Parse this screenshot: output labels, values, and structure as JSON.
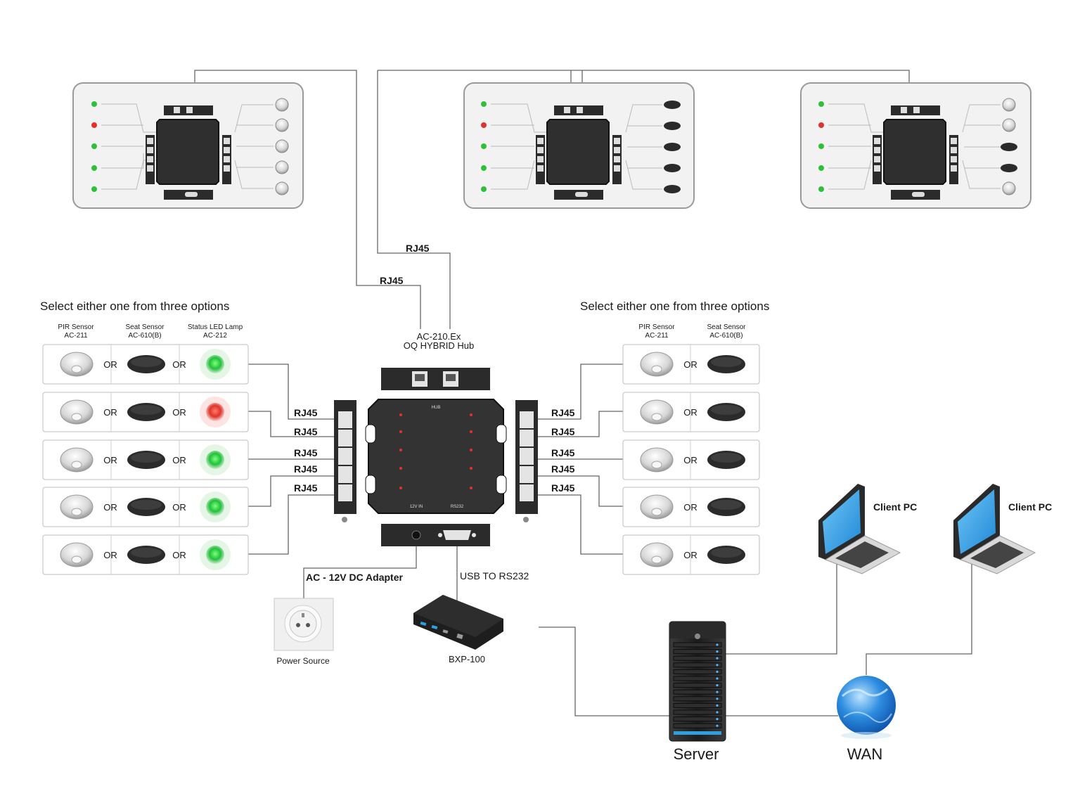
{
  "hub": {
    "name_line1": "AC-210.Ex",
    "name_line2": "OQ HYBRID Hub",
    "face_hub": "HUB",
    "face_12v": "12V IN",
    "face_rs232": "RS232"
  },
  "top_links": [
    "RJ45",
    "RJ45"
  ],
  "left_panel": {
    "heading": "Select either one from three options",
    "col_headers": [
      {
        "line1": "PIR Sensor",
        "line2": "AC-211"
      },
      {
        "line1": "Seat Sensor",
        "line2": "AC-610(B)"
      },
      {
        "line1": "Status LED Lamp",
        "line2": "AC-212"
      }
    ],
    "rows": [
      {
        "or1": "OR",
        "or2": "OR",
        "lamp": "green"
      },
      {
        "or1": "OR",
        "or2": "OR",
        "lamp": "red"
      },
      {
        "or1": "OR",
        "or2": "OR",
        "lamp": "green"
      },
      {
        "or1": "OR",
        "or2": "OR",
        "lamp": "green"
      },
      {
        "or1": "OR",
        "or2": "OR",
        "lamp": "green"
      }
    ],
    "rj45": [
      "RJ45",
      "RJ45",
      "RJ45",
      "RJ45",
      "RJ45"
    ]
  },
  "right_panel": {
    "heading": "Select either one from three options",
    "col_headers": [
      {
        "line1": "PIR Sensor",
        "line2": "AC-211"
      },
      {
        "line1": "Seat Sensor",
        "line2": "AC-610(B)"
      }
    ],
    "rows": [
      {
        "or1": "OR"
      },
      {
        "or1": "OR"
      },
      {
        "or1": "OR"
      },
      {
        "or1": "OR"
      },
      {
        "or1": "OR"
      }
    ],
    "rj45": [
      "RJ45",
      "RJ45",
      "RJ45",
      "RJ45",
      "RJ45"
    ]
  },
  "adapter_label": "AC - 12V DC Adapter",
  "power_source_label": "Power Source",
  "usb_label": "USB TO RS232",
  "bxp_label": "BXP-100",
  "client_pcs": [
    "Client PC",
    "Client PC"
  ],
  "server_label": "Server",
  "wan_label": "WAN",
  "colors": {
    "led_green": "#2fbf3a",
    "led_red": "#e0322a",
    "device": "#2b2b2b",
    "screen": "#2f9fe0",
    "line": "#666666"
  }
}
